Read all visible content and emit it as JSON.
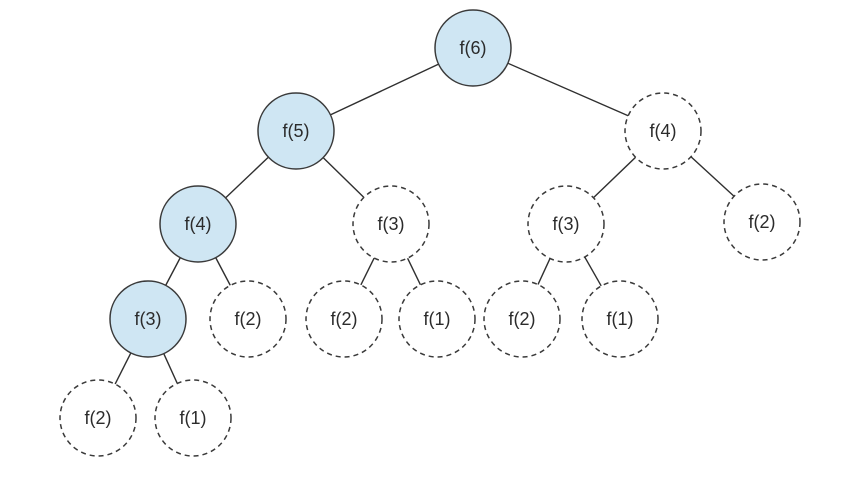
{
  "diagram": {
    "colors": {
      "highlight_fill": "#cfe6f3",
      "plain_fill": "#ffffff",
      "stroke": "#3a3a3a",
      "text": "#2b2b2b"
    },
    "nodes": [
      {
        "id": "n-f6",
        "label": "f(6)",
        "highlighted": true
      },
      {
        "id": "n-f5",
        "label": "f(5)",
        "highlighted": true
      },
      {
        "id": "n-f4-right",
        "label": "f(4)",
        "highlighted": false
      },
      {
        "id": "n-f4-left",
        "label": "f(4)",
        "highlighted": true
      },
      {
        "id": "n-f3-mid",
        "label": "f(3)",
        "highlighted": false
      },
      {
        "id": "n-f3-right",
        "label": "f(3)",
        "highlighted": false
      },
      {
        "id": "n-f2-right",
        "label": "f(2)",
        "highlighted": false
      },
      {
        "id": "n-f3-left",
        "label": "f(3)",
        "highlighted": true
      },
      {
        "id": "n-f2-a",
        "label": "f(2)",
        "highlighted": false
      },
      {
        "id": "n-f2-b",
        "label": "f(2)",
        "highlighted": false
      },
      {
        "id": "n-f1-a",
        "label": "f(1)",
        "highlighted": false
      },
      {
        "id": "n-f2-c",
        "label": "f(2)",
        "highlighted": false
      },
      {
        "id": "n-f1-b",
        "label": "f(1)",
        "highlighted": false
      },
      {
        "id": "n-f2-d",
        "label": "f(2)",
        "highlighted": false
      },
      {
        "id": "n-f1-c",
        "label": "f(1)",
        "highlighted": false
      }
    ],
    "edges": [
      {
        "from": "n-f6",
        "to": "n-f5"
      },
      {
        "from": "n-f6",
        "to": "n-f4-right"
      },
      {
        "from": "n-f5",
        "to": "n-f4-left"
      },
      {
        "from": "n-f5",
        "to": "n-f3-mid"
      },
      {
        "from": "n-f4-right",
        "to": "n-f3-right"
      },
      {
        "from": "n-f4-right",
        "to": "n-f2-right"
      },
      {
        "from": "n-f4-left",
        "to": "n-f3-left"
      },
      {
        "from": "n-f4-left",
        "to": "n-f2-a"
      },
      {
        "from": "n-f3-mid",
        "to": "n-f2-b"
      },
      {
        "from": "n-f3-mid",
        "to": "n-f1-a"
      },
      {
        "from": "n-f3-right",
        "to": "n-f2-c"
      },
      {
        "from": "n-f3-right",
        "to": "n-f1-b"
      },
      {
        "from": "n-f3-left",
        "to": "n-f2-d"
      },
      {
        "from": "n-f3-left",
        "to": "n-f1-c"
      }
    ]
  }
}
